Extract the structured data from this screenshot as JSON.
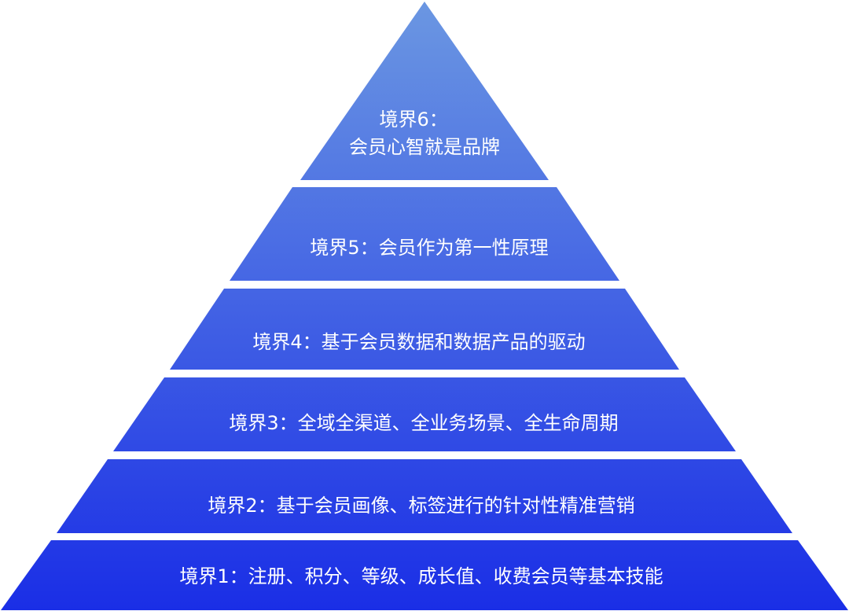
{
  "pyramid": {
    "colors": {
      "top": "#6b97e2",
      "bottom": "#1a2ee6",
      "text": "#ffffff",
      "separator": "#ffffff"
    },
    "tiers": [
      {
        "level": 6,
        "lines": [
          "境界6：",
          "会员心智就是品牌"
        ]
      },
      {
        "level": 5,
        "lines": [
          "境界5：会员作为第一性原理"
        ]
      },
      {
        "level": 4,
        "lines": [
          "境界4：基于会员数据和数据产品的驱动"
        ]
      },
      {
        "level": 3,
        "lines": [
          "境界3：全域全渠道、全业务场景、全生命周期"
        ]
      },
      {
        "level": 2,
        "lines": [
          "境界2：基于会员画像、标签进行的针对性精准营销"
        ]
      },
      {
        "level": 1,
        "lines": [
          "境界1：注册、积分、等级、成长值、收费会员等基本技能"
        ]
      }
    ]
  }
}
